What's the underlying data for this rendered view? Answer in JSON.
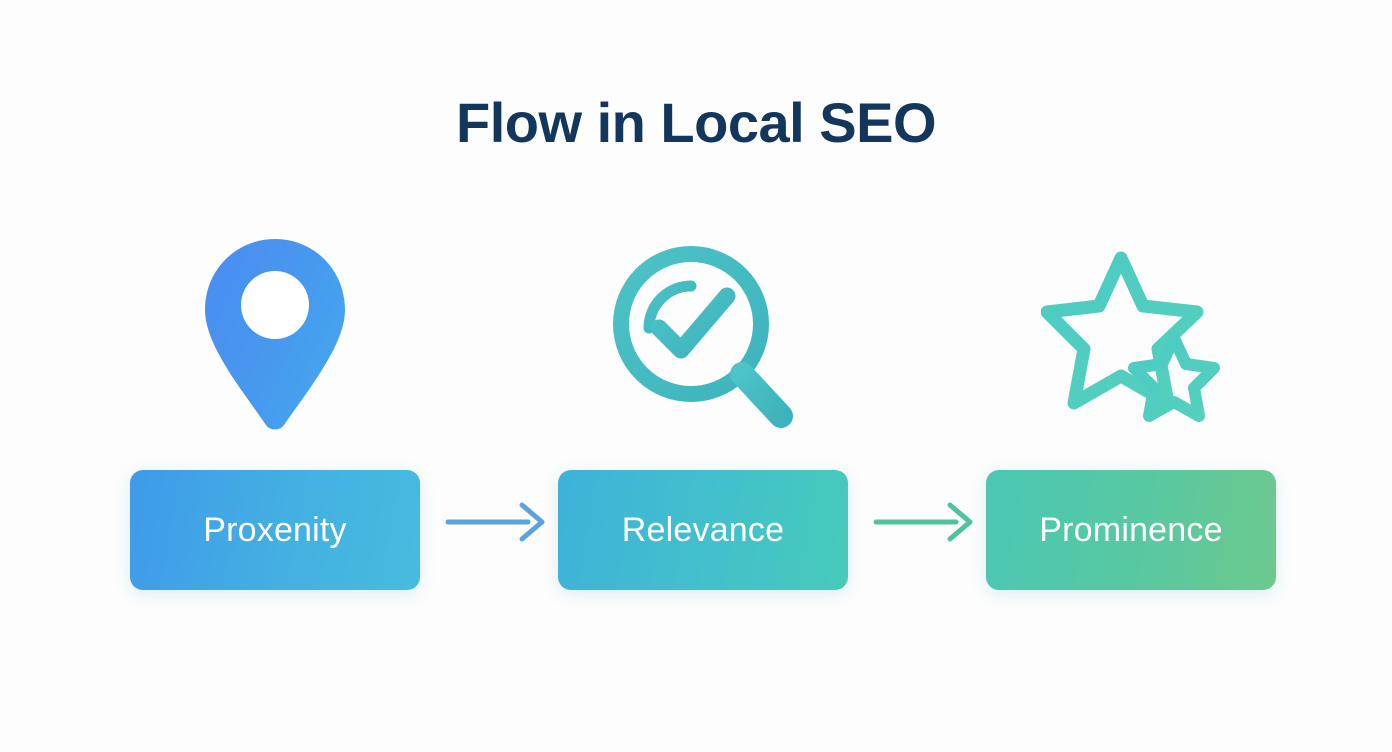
{
  "page": {
    "title": "Flow in Local SEO",
    "background_color": "#fdfdfd",
    "title_color": "#12365c"
  },
  "diagram": {
    "type": "horizontal-flow",
    "direction": "left-to-right",
    "steps": [
      {
        "label": "Proxenity",
        "icon": "map-pin-icon",
        "icon_colors": [
          "#4a8ef0",
          "#46a7ee"
        ],
        "box_gradient": [
          "#3f9ae9",
          "#46bcdd"
        ],
        "label_color": "#ffffff",
        "order": 1
      },
      {
        "label": "Relevance",
        "icon": "magnifier-check-icon",
        "icon_colors": [
          "#45bfc4",
          "#3fb6bd"
        ],
        "box_gradient": [
          "#3eb2d9",
          "#47cbb9"
        ],
        "label_color": "#ffffff",
        "order": 2
      },
      {
        "label": "Prominence",
        "icon": "two-stars-icon",
        "icon_colors": [
          "#4ccbc4",
          "#52cfbd"
        ],
        "box_gradient": [
          "#4ac8b4",
          "#6dc98d"
        ],
        "label_color": "#ffffff",
        "order": 3
      }
    ],
    "connectors": [
      {
        "from": "Proxenity",
        "to": "Relevance",
        "icon": "arrow-right-icon",
        "color": "#5aa3dc"
      },
      {
        "from": "Relevance",
        "to": "Prominence",
        "icon": "arrow-right-icon",
        "color": "#4fc39b"
      }
    ]
  }
}
